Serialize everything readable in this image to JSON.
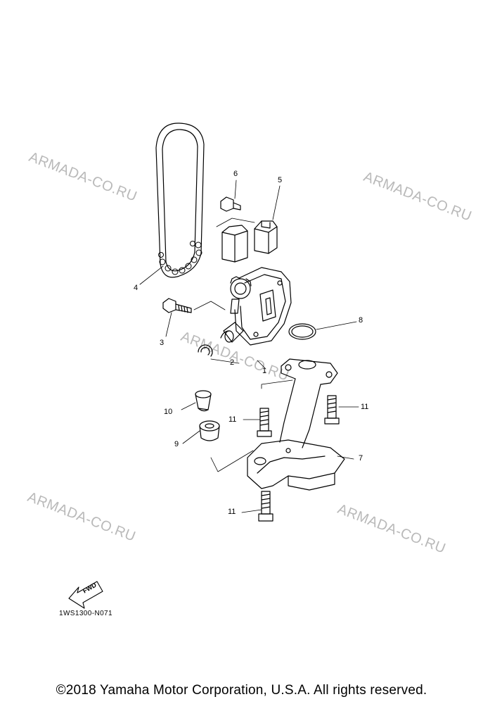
{
  "watermark": "ARMADA-CO.RU",
  "callouts": [
    "1",
    "2",
    "3",
    "4",
    "5",
    "6",
    "7",
    "8",
    "9",
    "10",
    "11",
    "11",
    "11"
  ],
  "diagram_code": "1WS1300-N071",
  "fwd_label": "FWD",
  "copyright": "©2018 Yamaha Motor Corporation, U.S.A. All rights reserved."
}
